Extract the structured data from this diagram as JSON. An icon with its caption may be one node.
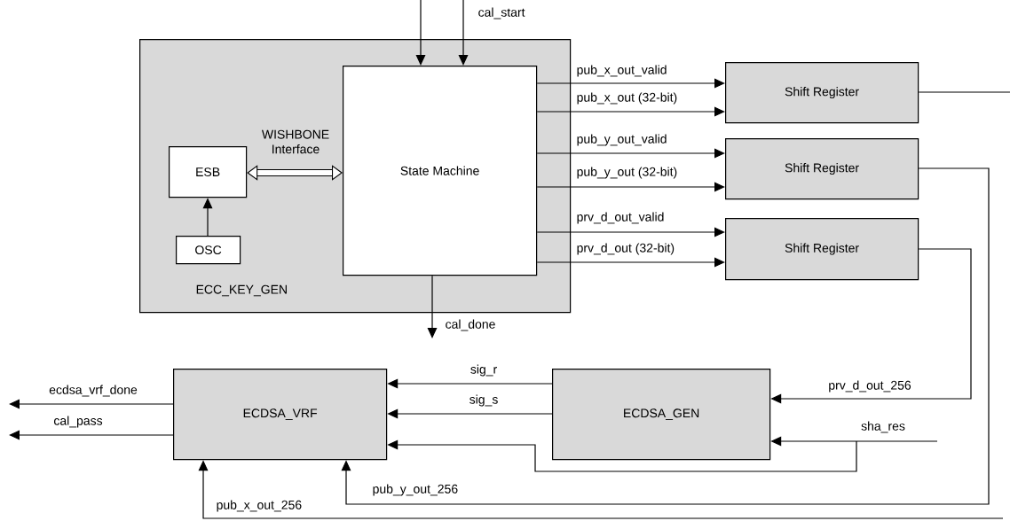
{
  "diagram": {
    "nodes": [
      {
        "text": [
          "ECC_KEY_GEN"
        ]
      },
      {
        "text": [
          "State Machine"
        ],
        "in": 0
      },
      {
        "text": [
          "ESB"
        ],
        "in": 0
      },
      {
        "text": [
          "OSC"
        ],
        "in": 0
      },
      {
        "text": [
          "Shift Register"
        ]
      },
      {
        "text": [
          "Shift Register"
        ]
      },
      {
        "text": [
          "Shift Register"
        ]
      },
      {
        "text": [
          "ECDSA_VRF"
        ]
      },
      {
        "text": [
          "ECDSA_GEN"
        ]
      }
    ],
    "edges": [
      {
        "from": null,
        "to": 1,
        "arrow": "to"
      },
      {
        "from": null,
        "to": 1,
        "arrow": "to",
        "label": "cal_start"
      },
      {
        "from": 2,
        "to": 1,
        "arrow": "both",
        "style": "thick",
        "label": "WISHBONE Interface"
      },
      {
        "from": 3,
        "to": 2,
        "arrow": "to"
      },
      {
        "from": 1,
        "to": 4,
        "arrow": "to",
        "label": "pub_x_out_valid"
      },
      {
        "from": 1,
        "to": 4,
        "arrow": "to",
        "label": "pub_x_out (32-bit)"
      },
      {
        "from": 1,
        "to": 5,
        "arrow": "to",
        "label": "pub_y_out_valid"
      },
      {
        "from": 1,
        "to": 5,
        "arrow": "to",
        "label": "pub_y_out (32-bit)"
      },
      {
        "from": 1,
        "to": 6,
        "arrow": "to",
        "label": "prv_d_out_valid"
      },
      {
        "from": 1,
        "to": 6,
        "arrow": "to",
        "label": "prv_d_out (32-bit)"
      },
      {
        "from": 1,
        "to": null,
        "arrow": "to",
        "label": "cal_done"
      },
      {
        "from": 4,
        "to": null,
        "arrow": "none"
      },
      {
        "from": 5,
        "to": 7,
        "arrow": "to",
        "label": "pub_y_out_256"
      },
      {
        "from": null,
        "to": 7,
        "arrow": "to",
        "label": "pub_x_out_256"
      },
      {
        "from": 6,
        "to": 8,
        "arrow": "to",
        "label": "prv_d_out_256"
      },
      {
        "from": null,
        "to": 8,
        "arrow": "to",
        "label": "sha_res"
      },
      {
        "from": null,
        "to": 7,
        "arrow": "to"
      },
      {
        "from": 8,
        "to": 7,
        "arrow": "to",
        "label": "sig_r"
      },
      {
        "from": 8,
        "to": 7,
        "arrow": "to",
        "label": "sig_s"
      },
      {
        "from": 7,
        "to": null,
        "arrow": "to",
        "label": "ecdsa_vrf_done"
      },
      {
        "from": 7,
        "to": null,
        "arrow": "to",
        "label": "cal_pass"
      }
    ]
  }
}
